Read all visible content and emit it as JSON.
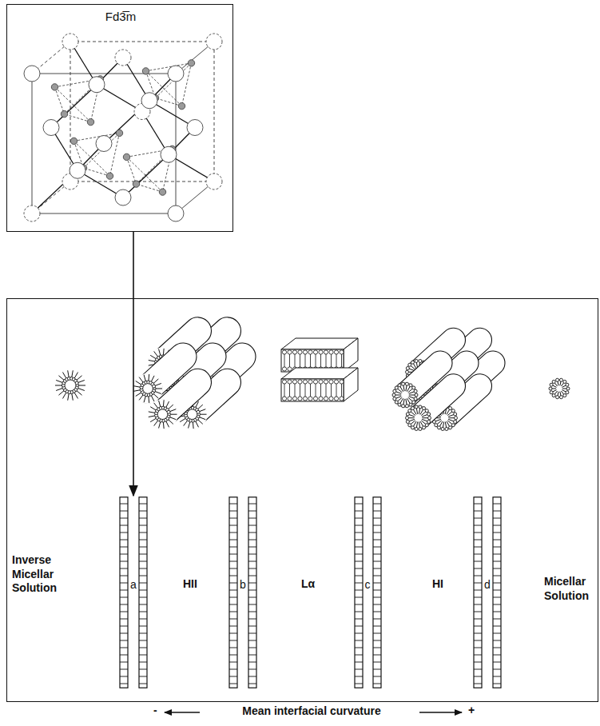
{
  "diagram": {
    "nodes": [
      {
        "text": [
          "Fd3̅m"
        ]
      },
      {
        "text": [
          "Inverse Micellar Solution",
          "HII",
          "Lα",
          "HI",
          "Micellar Solution"
        ]
      },
      {
        "text": [
          "a"
        ],
        "in": 1
      },
      {
        "text": [
          "b"
        ],
        "in": 1
      },
      {
        "text": [
          "c"
        ],
        "in": 1
      },
      {
        "text": [
          "d"
        ],
        "in": 1
      }
    ],
    "edges": [
      {
        "from": 0,
        "to": 2,
        "arrow": "to"
      }
    ],
    "labels": [
      "-",
      "Mean interfacial curvature",
      "+"
    ]
  }
}
